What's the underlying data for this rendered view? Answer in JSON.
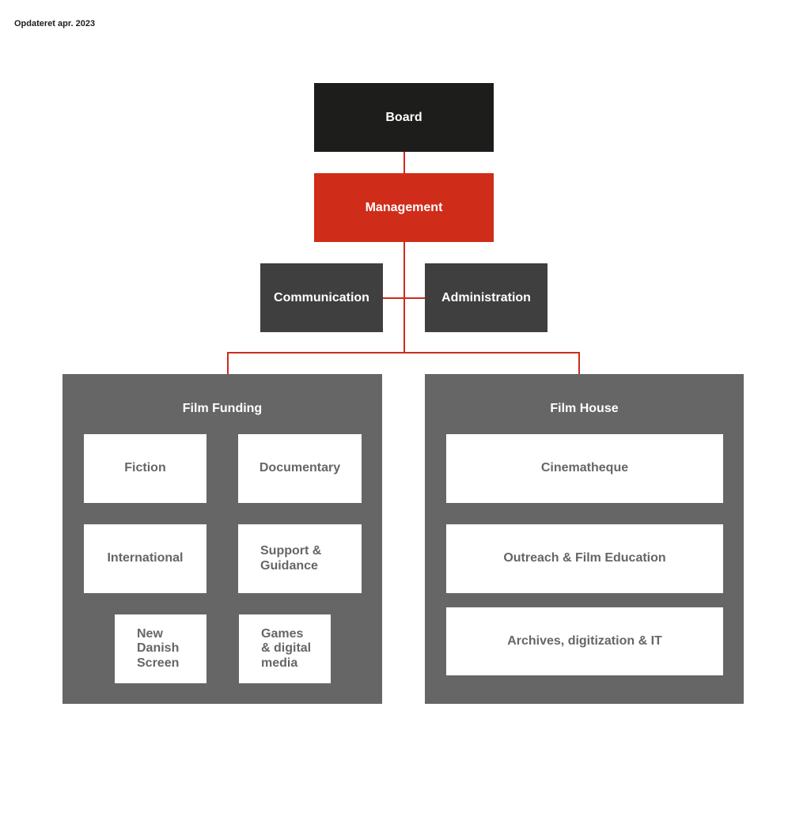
{
  "header": {
    "updated": "Opdateret apr. 2023"
  },
  "top": {
    "board": "Board",
    "management": "Management",
    "communication": "Communication",
    "administration": "Administration"
  },
  "film_funding": {
    "title": "Film Funding",
    "units": [
      "Fiction",
      "Documentary",
      "International",
      "Support &\nGuidance",
      "New\nDanish\nScreen",
      "Games\n& digital\nmedia"
    ]
  },
  "film_house": {
    "title": "Film House",
    "units": [
      "Cinematheque",
      "Outreach & Film Education",
      "Archives, digitization & IT"
    ]
  },
  "colors": {
    "board": "#1d1d1b",
    "management": "#cf2c1a",
    "staff": "#3f3f3f",
    "panel": "#666666",
    "connector": "#cf2c1a"
  }
}
